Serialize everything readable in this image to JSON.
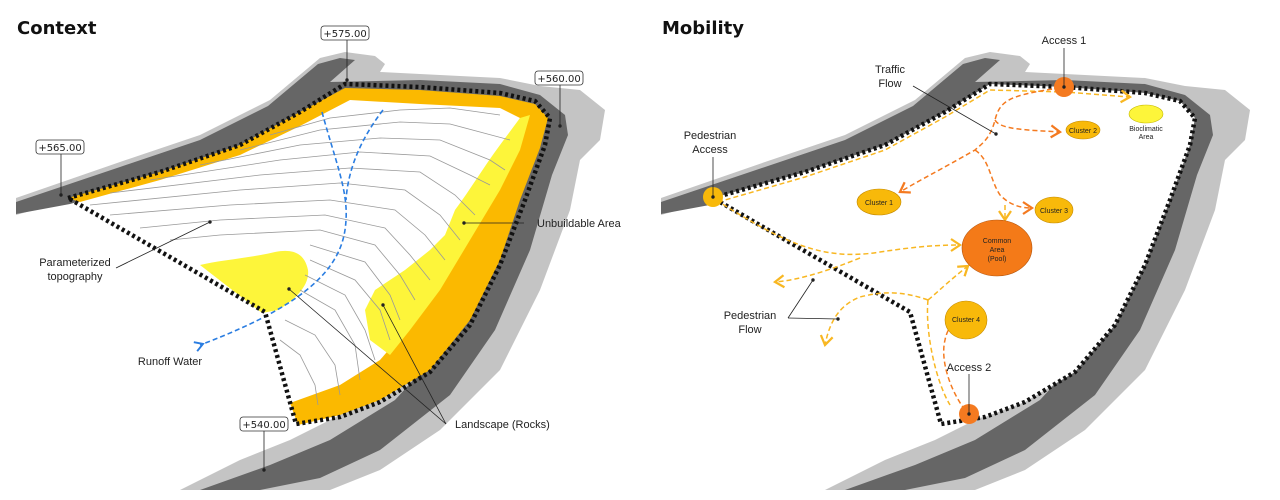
{
  "panels": {
    "context": {
      "title": "Context",
      "elevations": [
        "+575.00",
        "+560.00",
        "+565.00",
        "+540.00"
      ],
      "labels": {
        "parameterized_topography_1": "Parameterized",
        "parameterized_topography_2": "topography",
        "unbuildable_area": "Unbuildable Area",
        "runoff_water": "Runoff Water",
        "landscape_rocks": "Landscape (Rocks)"
      }
    },
    "mobility": {
      "title": "Mobility",
      "labels": {
        "access_1": "Access 1",
        "access_2": "Access 2",
        "traffic_flow_1": "Traffic",
        "traffic_flow_2": "Flow",
        "pedestrian_access_1": "Pedestrian",
        "pedestrian_access_2": "Access",
        "pedestrian_flow_1": "Pedestrian",
        "pedestrian_flow_2": "Flow"
      },
      "nodes": {
        "cluster_1": "Cluster 1",
        "cluster_2": "Cluster 2",
        "cluster_3": "Cluster 3",
        "cluster_4": "Cluster 4",
        "common_area_1": "Common",
        "common_area_2": "Area",
        "common_area_3": "(Pool)",
        "bioclimatic_1": "Bioclimatic",
        "bioclimatic_2": "Area"
      }
    }
  },
  "colors": {
    "road_dark": "#666666",
    "road_light": "#c4c4c4",
    "setback_orange": "#fbb900",
    "rock_yellow": "#fdf53a",
    "runoff_blue": "#2a7de1",
    "traffic_orange": "#f47a20",
    "pedestrian_yellow": "#f8b722",
    "common_area": "#f47a18",
    "cluster": "#f8b90a"
  }
}
